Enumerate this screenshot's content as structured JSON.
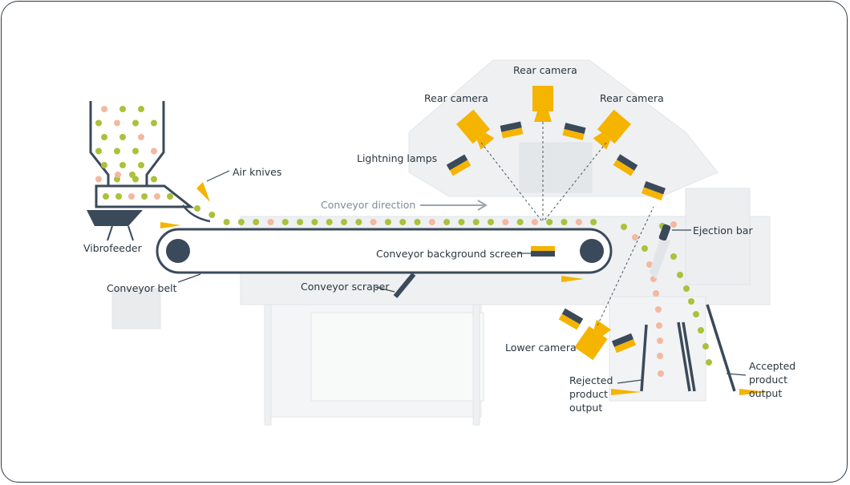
{
  "labels": {
    "rear_camera_top": "Rear camera",
    "rear_camera_left": "Rear camera",
    "rear_camera_right": "Rear camera",
    "lightning_lamps": "Lightning lamps",
    "air_knives": "Air knives",
    "conveyor_direction": "Conveyor direction",
    "ejection_bar": "Ejection bar",
    "vibrofeeder": "Vibrofeeder",
    "conveyor_background_screen": "Conveyor background screen",
    "conveyor_belt": "Conveyor belt",
    "conveyor_scraper": "Conveyor scraper",
    "lower_camera": "Lower camera",
    "rejected_output": [
      "Rejected",
      "product",
      "output"
    ],
    "accepted_output": [
      "Accepted",
      "product",
      "output"
    ]
  },
  "colors": {
    "accepted_product": "#a9c23a",
    "rejected_product": "#f4b8a0",
    "accent": "#f5b400",
    "dark": "#3b4a5a",
    "machine_ghost": "#eef0f1"
  }
}
